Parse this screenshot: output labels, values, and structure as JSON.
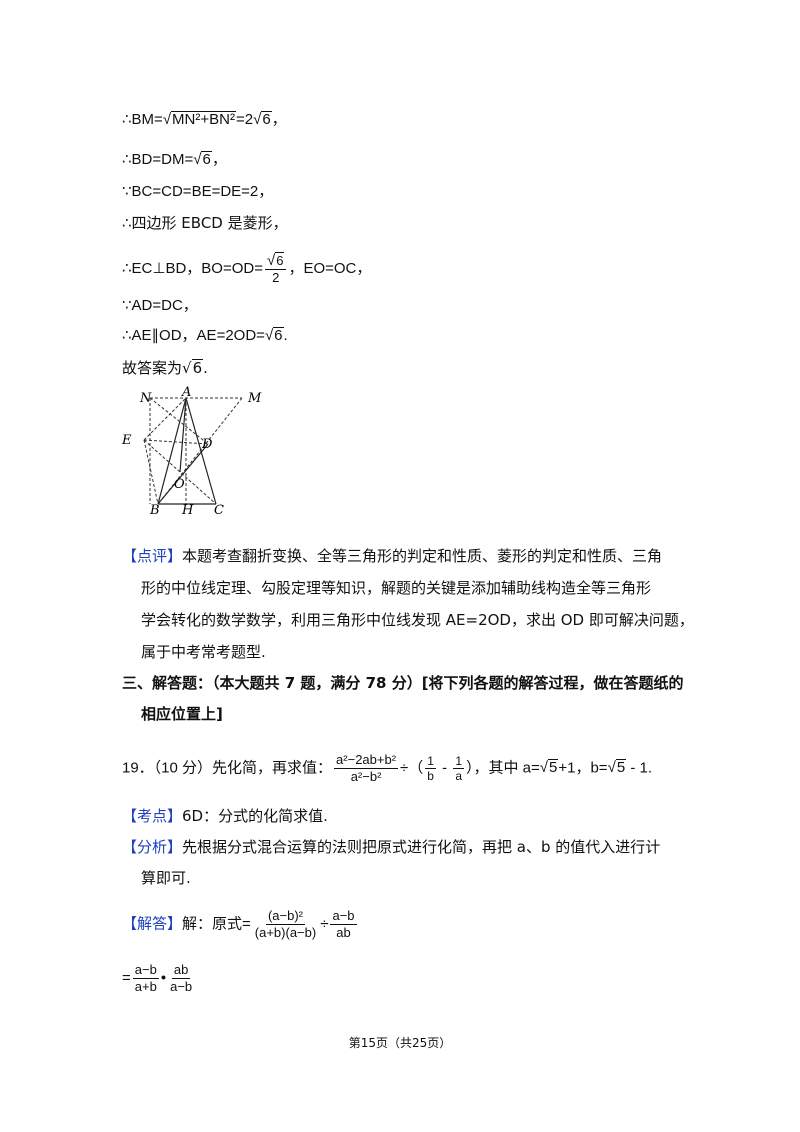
{
  "lines": {
    "l1_prefix": "∴BM=",
    "l1_rad": "MN²+BN²",
    "l1_mid": "=2",
    "l1_rad2": "6",
    "l1_end": "，",
    "l2_prefix": "∴BD=DM=",
    "l2_rad": "6",
    "l2_end": "，",
    "l3": "∵BC=CD=BE=DE=2，",
    "l4": "∴四边形 EBCD 是菱形，",
    "l5_prefix": "∴EC⊥BD，BO=OD=",
    "l5_num_rad": "6",
    "l5_den": "2",
    "l5_end": "，EO=OC，",
    "l6": "∵AD=DC，",
    "l7_prefix": "∴AE∥OD，AE=2OD=",
    "l7_rad": "6",
    "l7_end": ".",
    "l8_prefix": "故答案为",
    "l8_rad": "6",
    "l8_end": "."
  },
  "figure": {
    "labels": [
      "N",
      "A",
      "M",
      "E",
      "D",
      "O",
      "B",
      "H",
      "C"
    ]
  },
  "comment": {
    "tag": "【点评】",
    "text1": "本题考查翻折变换、全等三角形的判定和性质、菱形的判定和性质、三角",
    "text2": "形的中位线定理、勾股定理等知识，解题的关键是添加辅助线构造全等三角形",
    "text3": "学会转化的数学数学，利用三角形中位线发现 AE=2OD，求出 OD 即可解决问题，",
    "text4": "属于中考常考题型."
  },
  "section3": {
    "line1": "三、解答题：（本大题共 7 题，满分 78 分）[将下列各题的解答过程，做在答题纸的",
    "line2": "相应位置上]"
  },
  "q19": {
    "prefix": "19．（10 分）先化简，再求值：",
    "frac_num": "a²−2ab+b²",
    "frac_den": "a²−b²",
    "div": "÷（",
    "f1_num": "1",
    "f1_den": "b",
    "minus": " - ",
    "f2_num": "1",
    "f2_den": "a",
    "close": "），其中 a=",
    "a_rad": "5",
    "a_end": "+1，b=",
    "b_rad": "5",
    "b_end": " - 1."
  },
  "kaodian": {
    "tag": "【考点】",
    "text": "6D：分式的化简求值."
  },
  "fenxi": {
    "tag": "【分析】",
    "text1": "先根据分式混合运算的法则把原式进行化简，再把 a、b 的值代入进行计",
    "text2": "算即可."
  },
  "jieda": {
    "tag": "【解答】",
    "text": "解：原式=",
    "f1_num": "(a−b)²",
    "f1_den": "(a+b)(a−b)",
    "div": "÷",
    "f2_num": "a−b",
    "f2_den": "ab",
    "eq": "=",
    "f3_num": "a−b",
    "f3_den": "a+b",
    "dot": "•",
    "f4_num": "ab",
    "f4_den": "a−b"
  },
  "footer": {
    "text": "第15页（共25页）"
  }
}
